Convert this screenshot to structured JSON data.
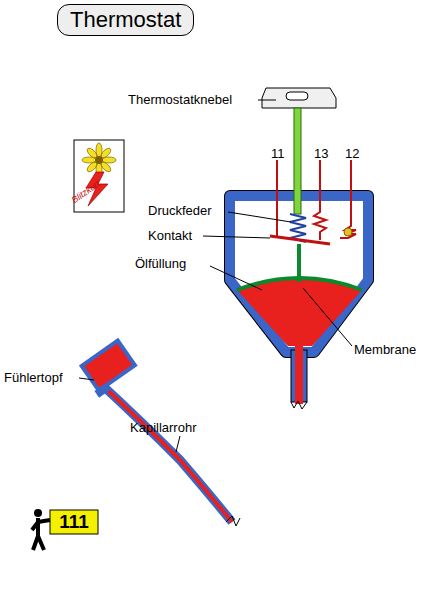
{
  "diagram": {
    "title": "Thermostat",
    "labels": [
      "Thermostatknebel",
      "11",
      "13",
      "12",
      "Druckfeder",
      "Kontakt",
      "Ölfüllung",
      "Membrane",
      "Fühlertopf",
      "Kapillarrohr",
      "Blitzkurt",
      "111"
    ]
  }
}
